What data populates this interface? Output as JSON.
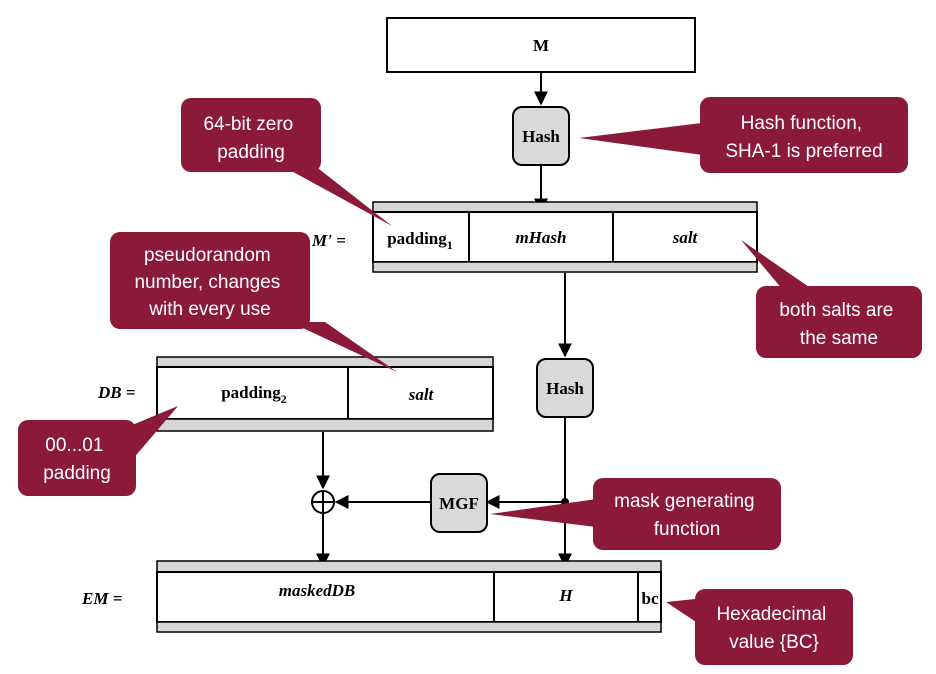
{
  "message_box": {
    "label": "M"
  },
  "hash_top": {
    "label": "Hash"
  },
  "hash_mid": {
    "label": "Hash"
  },
  "mgf": {
    "label": "MGF"
  },
  "m_prime": {
    "prefix": "M' =",
    "fields": {
      "padding1": {
        "text": "padding",
        "sub": "1"
      },
      "mhash": "mHash",
      "salt": "salt"
    }
  },
  "db": {
    "prefix": "DB =",
    "fields": {
      "padding2": {
        "text": "padding",
        "sub": "2"
      },
      "salt": "salt"
    }
  },
  "em": {
    "prefix": "EM =",
    "fields": {
      "masked_db": "maskedDB",
      "h": "H",
      "bc": "bc"
    }
  },
  "xor_symbol": "⊕",
  "callouts": {
    "zero_padding": [
      "64-bit zero",
      "padding"
    ],
    "hash_function": [
      "Hash function,",
      "SHA-1 is preferred"
    ],
    "pseudorandom": [
      "pseudorandom",
      "number, changes",
      "with every use"
    ],
    "salts_same": [
      "both salts are",
      "the same"
    ],
    "db_padding": [
      "00...01",
      "padding"
    ],
    "mask_gen": [
      "mask generating",
      "function"
    ],
    "hex_value": [
      "Hexadecimal",
      "value {BC}"
    ]
  },
  "colors": {
    "callout": "#8b1a3a",
    "box_fill": "#ffffff",
    "bar_fill": "#d6d6d6",
    "node_fill": "#d9d9d9",
    "line": "#000000"
  }
}
